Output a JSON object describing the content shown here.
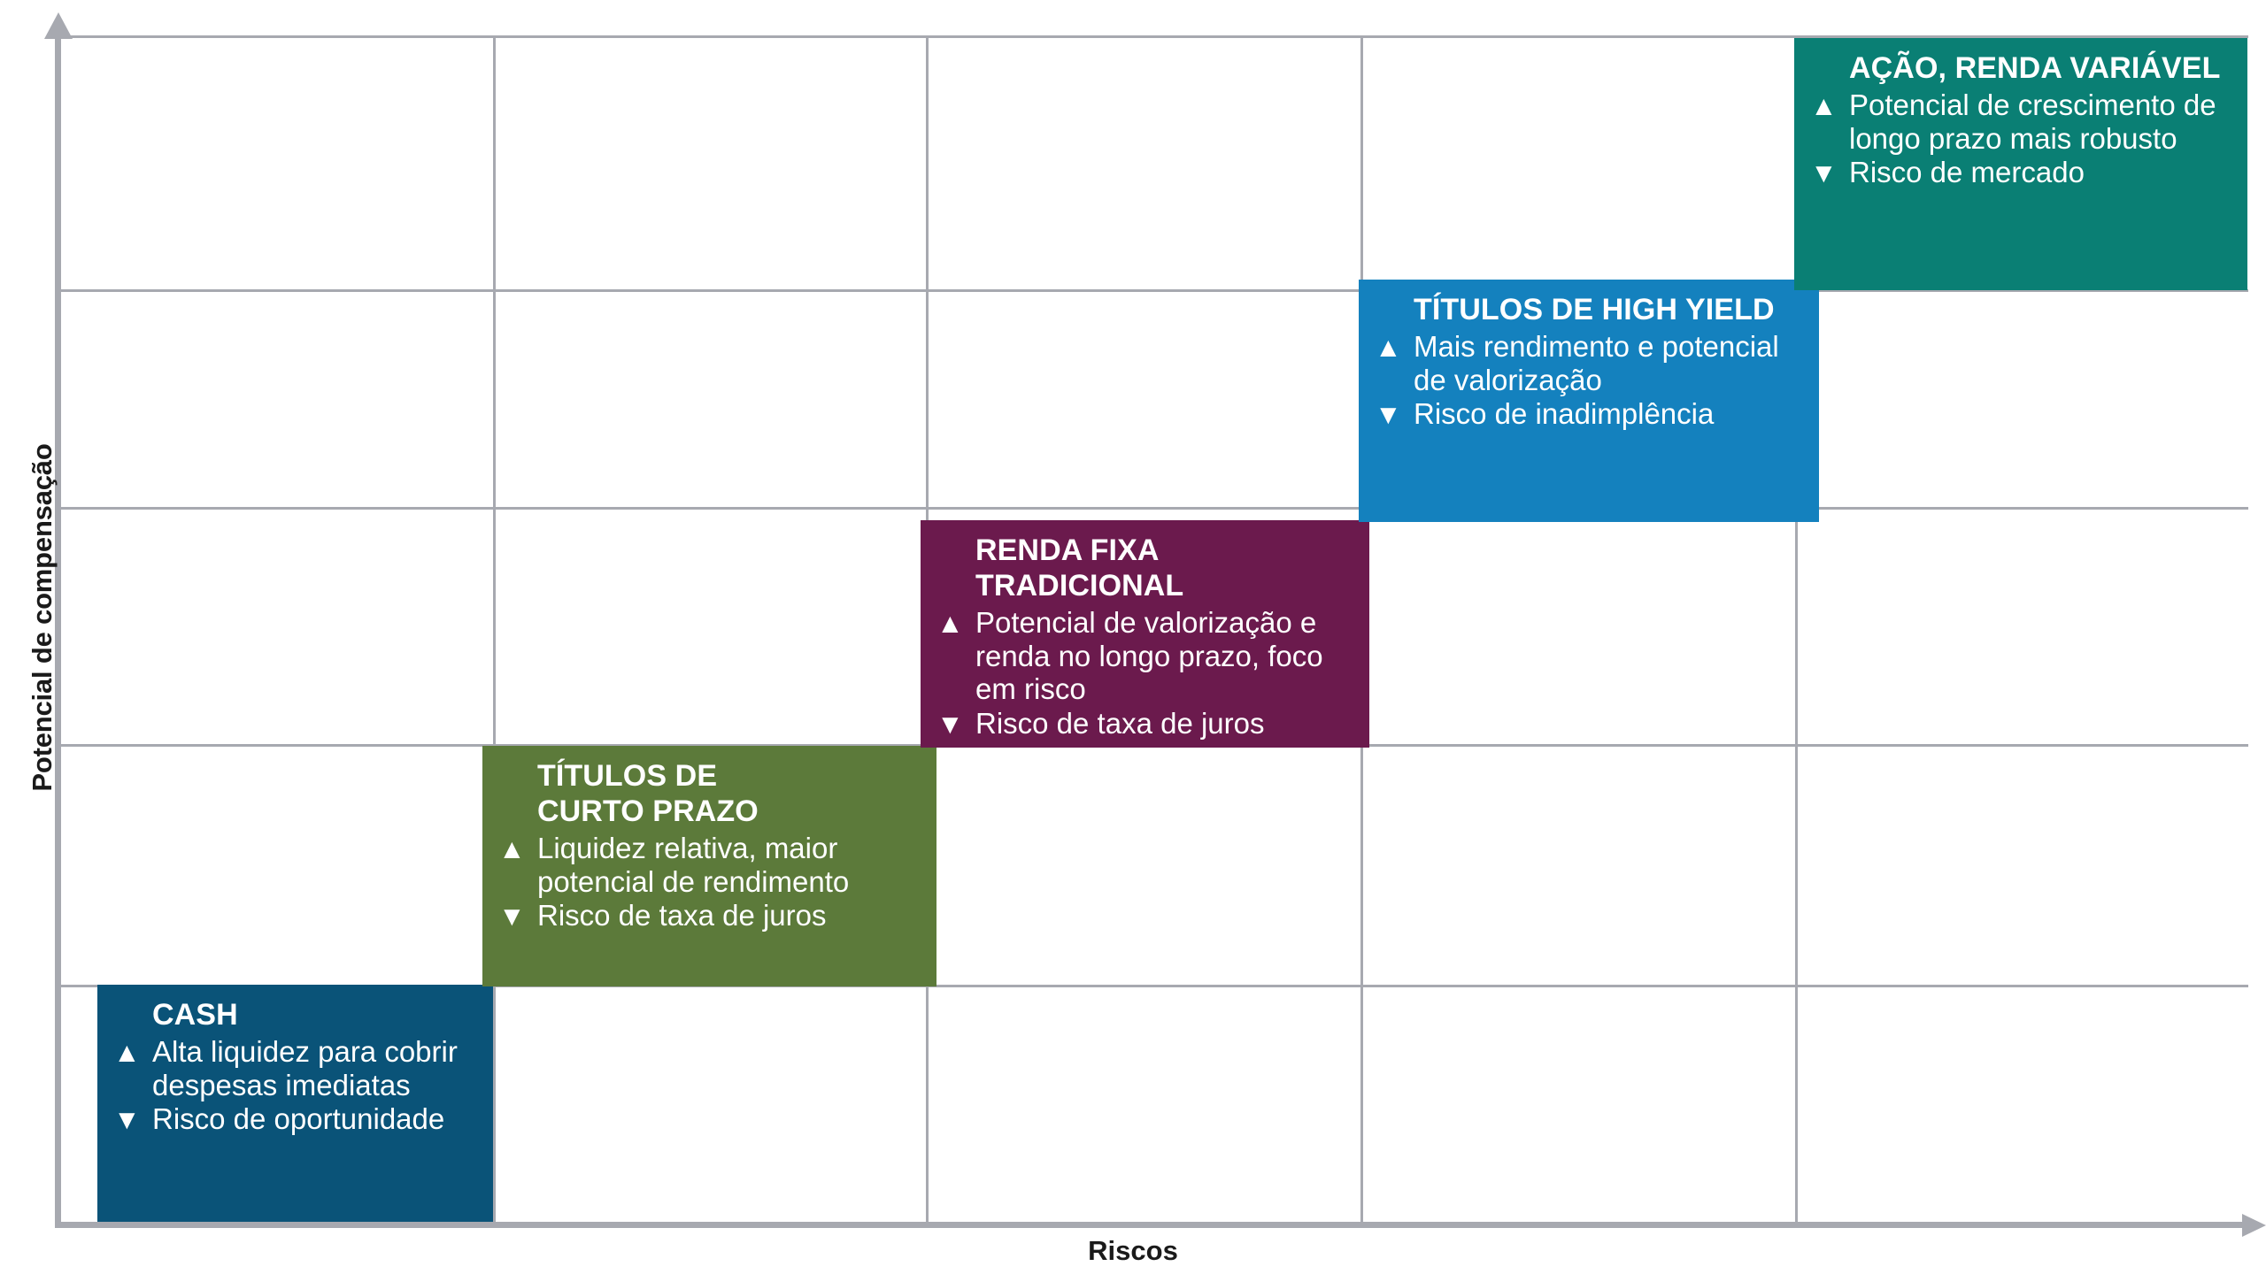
{
  "chart_data": {
    "type": "bar",
    "title": "",
    "subtitle": "",
    "xlabel": "Riscos",
    "ylabel": "Potencial de compensação",
    "grid": true,
    "legend_position": "none",
    "axes": {
      "x_arrow": true,
      "y_arrow": true,
      "x_ticks": [],
      "y_ticks": [],
      "x_gridlines": 4,
      "y_gridlines": 5
    },
    "description": "Escada risco-retorno: cinco classes de ativos dispostas em degraus crescentes da esquerda (menor risco e menor potencial de compensação) para a direita (maior risco e maior potencial de compensação).",
    "categories": [
      "CASH",
      "TÍTULOS DE CURTO PRAZO",
      "RENDA FIXA TRADICIONAL",
      "TÍTULOS DE HIGH YIELD",
      "AÇÃO, RENDA VARIÁVEL"
    ],
    "values": [
      1,
      2,
      3,
      4,
      5
    ],
    "xlim": [
      0,
      5
    ],
    "ylim": [
      0,
      5
    ]
  },
  "axis": {
    "y_title": "Potencial de compensação",
    "x_title": "Riscos"
  },
  "steps": [
    {
      "id": "cash",
      "title": "CASH",
      "color": "#0a5378",
      "up_mark": "▲",
      "down_mark": "▼",
      "pro": "Alta liquidez para cobrir despesas imediatas",
      "con": "Risco de oportunidade"
    },
    {
      "id": "short-term",
      "title": "TÍTULOS DE\nCURTO PRAZO",
      "color": "#5c7a3a",
      "up_mark": "▲",
      "down_mark": "▼",
      "pro": "Liquidez relativa, maior potencial de rendimento",
      "con": "Risco de taxa de juros"
    },
    {
      "id": "fixed-income",
      "title": "RENDA FIXA\nTRADICIONAL",
      "color": "#6b1a4d",
      "up_mark": "▲",
      "down_mark": "▼",
      "pro": "Potencial de valorização e renda no longo prazo, foco em risco",
      "con": "Risco de taxa de juros"
    },
    {
      "id": "high-yield",
      "title": "TÍTULOS DE HIGH YIELD",
      "color": "#1481be",
      "up_mark": "▲",
      "down_mark": "▼",
      "pro": "Mais rendimento e potencial de valorização",
      "con": "Risco de inadimplência"
    },
    {
      "id": "equity",
      "title": "AÇÃO, RENDA VARIÁVEL",
      "color": "#0a7f74",
      "up_mark": "▲",
      "down_mark": "▼",
      "pro": "Potencial de crescimento de longo prazo mais robusto",
      "con": "Risco de mercado"
    }
  ],
  "colors": {
    "cash": "#0a5378",
    "short_term": "#5c7a3a",
    "fixed_income": "#6b1a4d",
    "high_yield": "#1481be",
    "equity": "#0a7f74",
    "axis": "#a7a9b0",
    "grid": "#a7a9b0",
    "background": "#ffffff",
    "text_on_box": "#ffffff",
    "axis_text": "#1a1a1a"
  }
}
